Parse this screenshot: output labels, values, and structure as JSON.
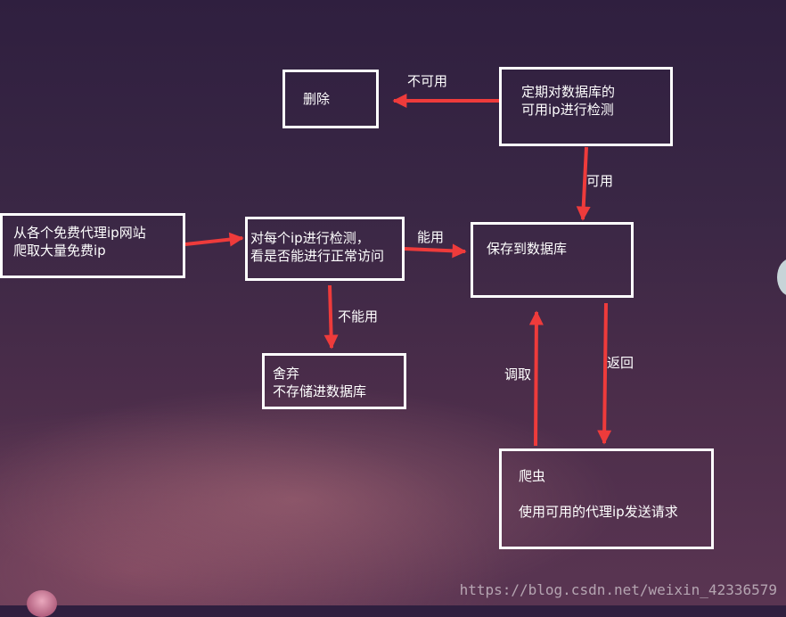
{
  "nodes": {
    "delete": {
      "lines": [
        "删除"
      ]
    },
    "periodic_check": {
      "lines": [
        "定期对数据库的",
        "可用ip进行检测"
      ]
    },
    "crawl_ips": {
      "lines": [
        "从各个免费代理ip网站",
        "爬取大量免费ip"
      ]
    },
    "check_each_ip": {
      "lines": [
        "对每个ip进行检测，",
        "看是否能进行正常访问"
      ]
    },
    "save_db": {
      "lines": [
        "保存到数据库"
      ]
    },
    "discard": {
      "lines": [
        "舍弃",
        "不存储进数据库"
      ]
    },
    "spider": {
      "lines": [
        "爬虫",
        "",
        "使用可用的代理ip发送请求"
      ]
    }
  },
  "edge_labels": {
    "unavailable": "不可用",
    "available": "可用",
    "can_use": "能用",
    "cannot_use": "不能用",
    "fetch": "调取",
    "return": "返回"
  },
  "watermark": "https://blog.csdn.net/weixin_42336579",
  "colors": {
    "arrow": "#ee3b3b",
    "box_border": "#ffffff",
    "text": "#ffffff"
  }
}
